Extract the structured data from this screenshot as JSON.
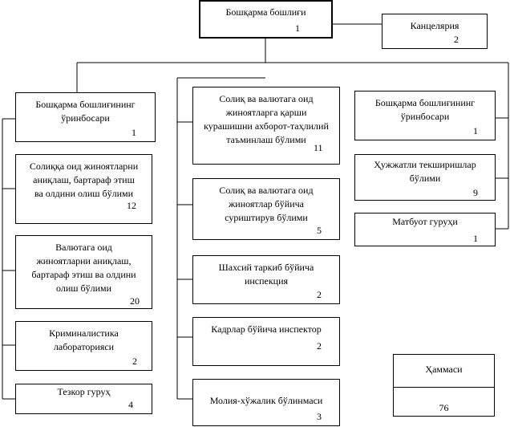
{
  "head": {
    "title": "Бошқарма бошлиғи",
    "count": "1"
  },
  "office": {
    "title": "Канцелярия",
    "count": "2"
  },
  "left": [
    {
      "title": "Бошқарма бошлиғининг\nўринбосари",
      "count": "1"
    },
    {
      "title": "Солиққа оид жиноятларни\nаниқлаш, бартараф этиш\nва олдини олиш бўлими",
      "count": "12"
    },
    {
      "title": "Валютага оид\nжиноятларни аниқлаш,\nбартараф этиш ва олдини\nолиш бўлими",
      "count": "20"
    },
    {
      "title": "Криминалистика\nлабораторияси",
      "count": "2"
    },
    {
      "title": "Тезкор гуруҳ",
      "count": "4"
    }
  ],
  "middle": [
    {
      "title": "Солиқ ва валютага оид\nжиноятларга қарши\nкурашишни  ахборот-таҳлилий\nтаъминлаш бўлими",
      "count": "11"
    },
    {
      "title": "Солиқ ва валютага оид\nжиноятлар бўйича\nсуриштирув бўлими",
      "count": "5"
    },
    {
      "title": "Шахсий таркиб бўйича\nинспекция",
      "count": "2"
    },
    {
      "title": "Кадрлар бўйича инспектор",
      "count": "2"
    },
    {
      "title": "Молия-хўжалик бўлинмаси",
      "count": "3"
    }
  ],
  "right": [
    {
      "title": "Бошқарма бошлиғининг\nўринбосари",
      "count": "1"
    },
    {
      "title": "Ҳужжатли текширишлар\nбўлими",
      "count": "9"
    },
    {
      "title": "Матбуот гуруҳи",
      "count": "1"
    }
  ],
  "total": {
    "label": "Ҳаммаси",
    "count": "76"
  }
}
